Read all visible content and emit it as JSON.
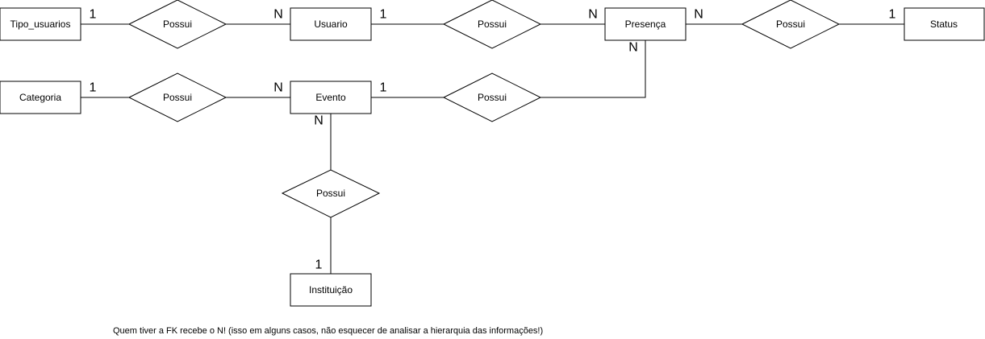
{
  "entities": {
    "tipo_usuarios": "Tipo_usuarios",
    "usuario": "Usuario",
    "presenca": "Presença",
    "status": "Status",
    "categoria": "Categoria",
    "evento": "Evento",
    "instituicao": "Instituição"
  },
  "relationships": {
    "tipo_usuario": "Possui",
    "usuario_presenca": "Possui",
    "presenca_status": "Possui",
    "categoria_evento": "Possui",
    "evento_presenca": "Possui",
    "evento_instituicao": "Possui"
  },
  "cardinalities": {
    "tipo_side": "1",
    "usuario_left": "N",
    "usuario_right": "1",
    "presenca_left": "N",
    "presenca_right": "N",
    "status_side": "1",
    "presenca_bottom": "N",
    "categoria_side": "1",
    "evento_left": "N",
    "evento_right": "1",
    "evento_bottom": "N",
    "instituicao_top": "1"
  },
  "note": "Quem tiver a FK recebe o N! (isso em alguns casos, não esquecer de analisar a hierarquia das informações!)"
}
